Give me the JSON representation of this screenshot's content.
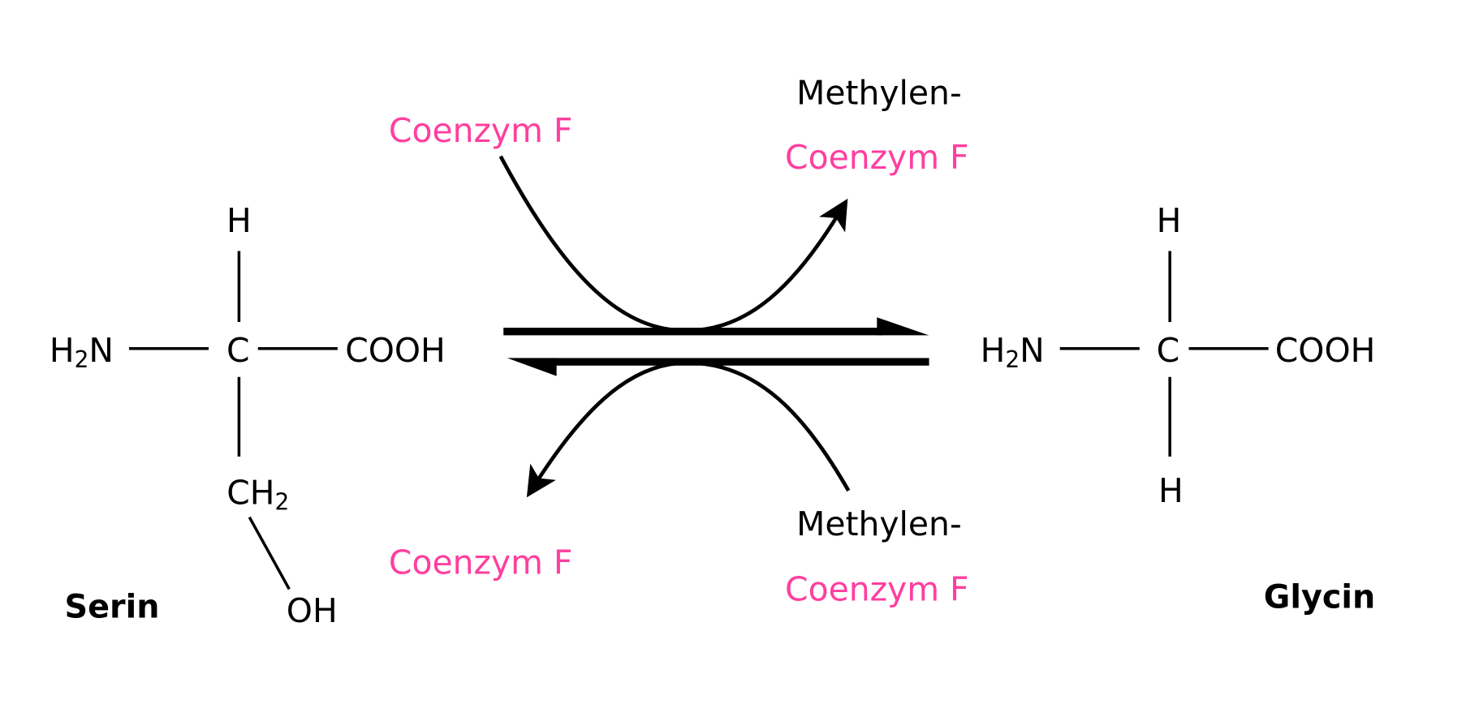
{
  "colors": {
    "cofactor": "#ff3f9f",
    "text": "#000000"
  },
  "serin": {
    "name": "Serin",
    "top": "H",
    "left_main": "H",
    "left_sub": "2",
    "left_tail": "N",
    "center": "C",
    "right": "COOH",
    "bottom_main": "CH",
    "bottom_sub": "2",
    "oh": "OH"
  },
  "glycin": {
    "name": "Glycin",
    "top": "H",
    "left_main": "H",
    "left_sub": "2",
    "left_tail": "N",
    "center": "C",
    "right": "COOH",
    "bottom": "H"
  },
  "forward": {
    "substrate": "Coenzym F",
    "product_line1": "Methylen-",
    "product_line2": "Coenzym F"
  },
  "reverse": {
    "substrate_line1": "Methylen-",
    "substrate_line2": "Coenzym F",
    "product": "Coenzym F"
  }
}
